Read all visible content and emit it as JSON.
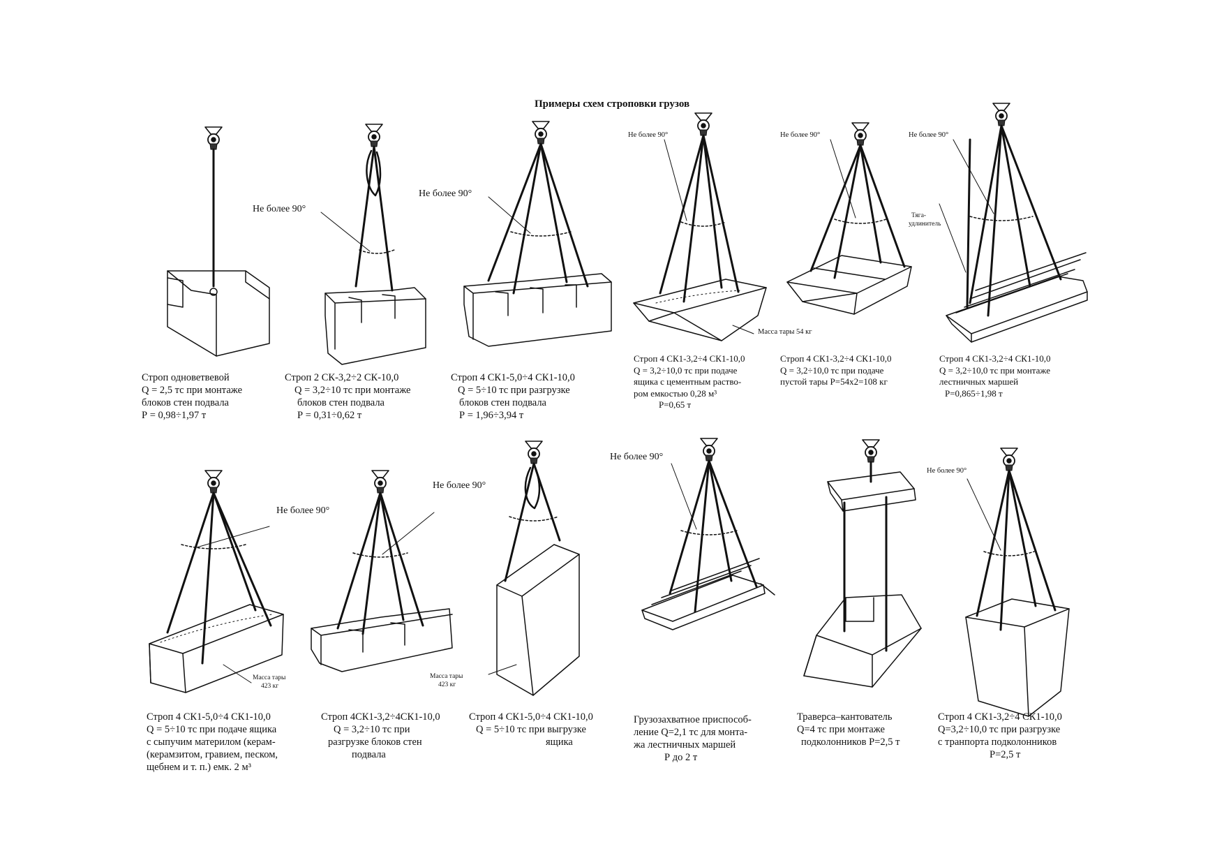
{
  "title": "Примеры схем строповки грузов",
  "angle_label": "Не более 90°",
  "labels": {
    "tara_54": "Масса тары 54 кг",
    "taga_1": "Тяга-",
    "taga_2": "удлинитель",
    "tara_423_line1": "Масса тары",
    "tara_423_line2": "423 кг"
  },
  "captions": [
    {
      "lines": [
        "Строп одноветвевой",
        "Q = 2,5 тс при монтаже",
        "блоков стен подвала",
        "Р = 0,98÷1,97 т"
      ]
    },
    {
      "lines": [
        "Строп 2 СК-3,2÷2 СК-10,0",
        "Q = 3,2÷10 тс при монтаже",
        "блоков стен подвала",
        "Р = 0,31÷0,62 т"
      ]
    },
    {
      "lines": [
        "Строп 4 СК1-5,0÷4 СК1-10,0",
        "Q = 5÷10 тс при разгрузке",
        "блоков стен подвала",
        "Р = 1,96÷3,94 т"
      ]
    },
    {
      "lines": [
        "Строп 4 СК1-3,2÷4 СК1-10,0",
        "Q = 3,2÷10,0 тс при подаче",
        "ящика с цементным раство-",
        "ром емкостью 0,28 м³",
        "Р=0,65 т"
      ]
    },
    {
      "lines": [
        "Строп 4 СК1-3,2÷4 СК1-10,0",
        "Q = 3,2÷10,0 тс при подаче",
        "пустой тары Р=54х2=108 кг"
      ]
    },
    {
      "lines": [
        "Строп 4 СК1-3,2÷4 СК1-10,0",
        "Q = 3,2÷10,0 тс при монтаже",
        "лестничных маршей",
        "Р=0,865÷1,98 т"
      ]
    },
    {
      "lines": [
        "Строп 4 СК1-5,0÷4 СК1-10,0",
        "Q = 5÷10 тс при подаче ящика",
        "с сыпучим материлом (керам-",
        "(керамзитом, гравием, песком,",
        "щебнем и т. п.) емк. 2 м³"
      ]
    },
    {
      "lines": [
        "Строп 4СК1-3,2÷4СК1-10,0",
        "Q = 3,2÷10 тс при",
        "разгрузке блоков стен",
        "подвала"
      ]
    },
    {
      "lines": [
        "Строп 4 СК1-5,0÷4 СК1-10,0",
        "Q = 5÷10 тс при выгрузке",
        "ящика"
      ]
    },
    {
      "lines": [
        "Грузозахватное приспособ-",
        "ление Q=2,1 тс   для монта-",
        "жа  лестничных маршей",
        "Р до 2 т"
      ]
    },
    {
      "lines": [
        "Траверса–кантователь",
        "Q=4 тс при монтаже",
        "подколонников Р=2,5 т"
      ]
    },
    {
      "lines": [
        "Строп 4 СК1-3,2÷4 СК1-10,0",
        "Q=3,2÷10,0 тс при разгрузке",
        "с транпорта подколонников",
        "Р=2,5 т"
      ]
    }
  ]
}
